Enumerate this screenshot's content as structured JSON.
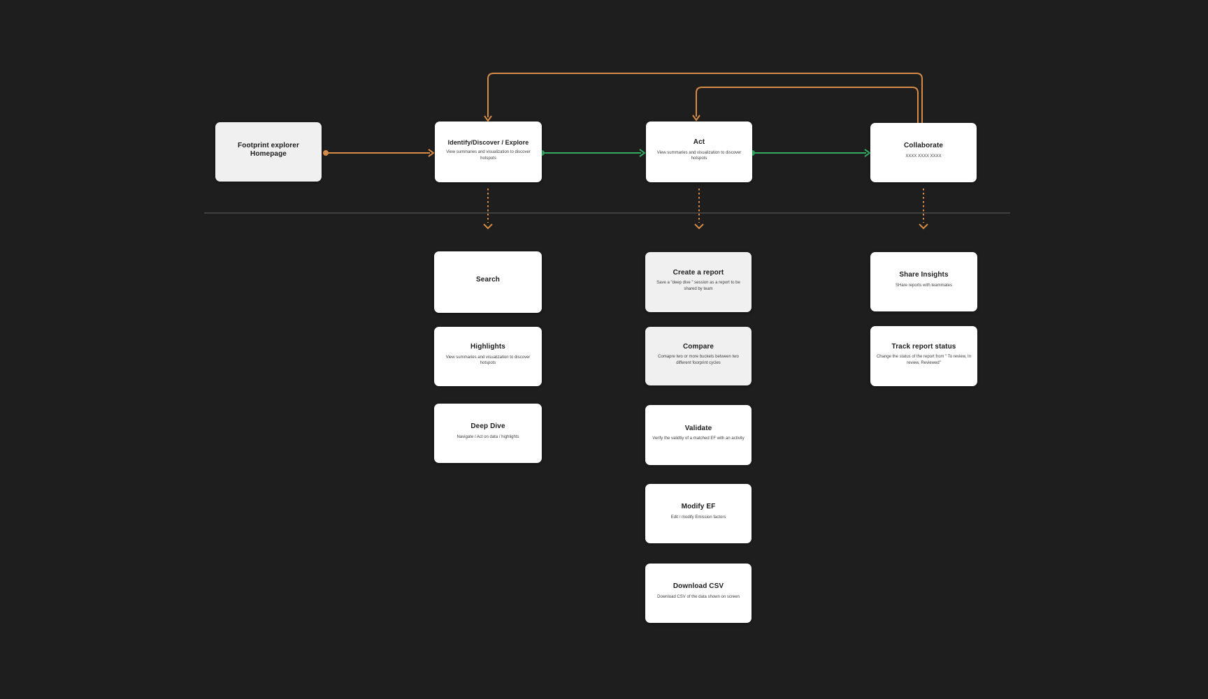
{
  "colors": {
    "canvas_bg": "#1e1e1e",
    "connector_orange": "#d68c47",
    "connector_green": "#33aa60",
    "divider_gray": "#4a4a4a",
    "node_white": "#ffffff",
    "node_gray": "#f0f0f0",
    "text_dark": "#1c1c1c",
    "subtitle_gray": "#3d3d3d"
  },
  "nodes": {
    "homepage": {
      "title": "Footprint explorer Homepage"
    },
    "identify": {
      "title": "Identify/Discover / Explore",
      "subtitle": "View summaries and visualization to discover hotspots"
    },
    "act": {
      "title": "Act",
      "subtitle": "View summaries and visualization to discover hotspots"
    },
    "collaborate": {
      "title": "Collaborate",
      "subtitle": "XXXX XXXX XXXX"
    },
    "search": {
      "title": "Search"
    },
    "highlights": {
      "title": "Highlights",
      "subtitle": "View summaries and visualization to discover hotspots"
    },
    "deep_dive": {
      "title": "Deep Dive",
      "subtitle": "Navigate / Act on data / highlights"
    },
    "create_report": {
      "title": "Create a report",
      "subtitle": "Save a \"deep dive \" session as a report to be shared by team"
    },
    "compare": {
      "title": "Compare",
      "subtitle": "Comapre two or more buckets between two different foorprint cycles"
    },
    "validate": {
      "title": "Validate",
      "subtitle": "Verify the validtiy of a matched EF with an activity"
    },
    "modify_ef": {
      "title": "Modify EF",
      "subtitle": "Edit / modify Emission factors"
    },
    "download_csv": {
      "title": "Download CSV",
      "subtitle": "Download CSV of the data shown on screen"
    },
    "share_insights": {
      "title": "Share Insights",
      "subtitle": "SHare reports with teammates"
    },
    "track_status": {
      "title": "Track report status",
      "subtitle": "Change the status of the report from \" To review, In review, Reviewed\""
    }
  },
  "edges": [
    {
      "from": "homepage",
      "to": "identify",
      "color": "orange",
      "style": "solid"
    },
    {
      "from": "identify",
      "to": "act",
      "color": "green",
      "style": "solid"
    },
    {
      "from": "act",
      "to": "collaborate",
      "color": "green",
      "style": "solid"
    },
    {
      "from": "collaborate",
      "to": "identify",
      "color": "orange",
      "style": "solid-loop"
    },
    {
      "from": "collaborate",
      "to": "act",
      "color": "orange",
      "style": "solid-loop"
    },
    {
      "from": "identify",
      "to": "identify-children",
      "color": "orange",
      "style": "dashed"
    },
    {
      "from": "act",
      "to": "act-children",
      "color": "orange",
      "style": "dashed"
    },
    {
      "from": "collaborate",
      "to": "collaborate-children",
      "color": "orange",
      "style": "dashed"
    }
  ]
}
